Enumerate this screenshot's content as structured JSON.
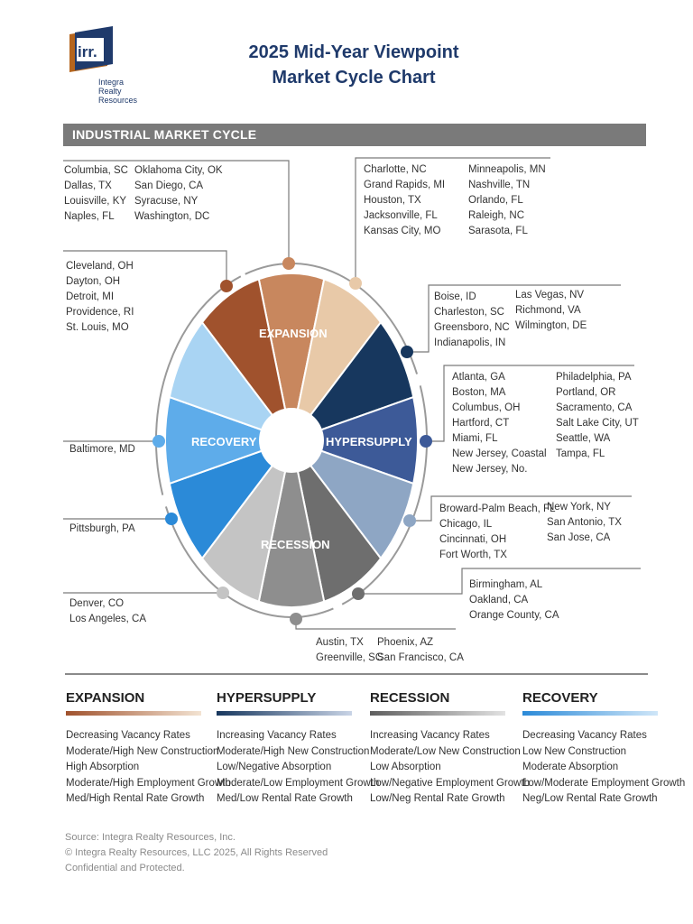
{
  "header": {
    "title_line1": "2025 Mid-Year Viewpoint",
    "title_line2": "Market Cycle Chart",
    "logo_mark": "irr.",
    "logo_line1": "Integra",
    "logo_line2": "Realty",
    "logo_line3": "Resources"
  },
  "section_title": "INDUSTRIAL MARKET CYCLE",
  "phases": {
    "expansion": "EXPANSION",
    "hypersupply": "HYPERSUPPLY",
    "recession": "RECESSION",
    "recovery": "RECOVERY"
  },
  "city_groups": [
    {
      "id": "g1",
      "col1": [
        "Columbia, SC",
        "Dallas, TX",
        "Louisville, KY",
        "Naples, FL"
      ],
      "col2": [
        "Oklahoma City, OK",
        "San Diego, CA",
        "Syracuse, NY",
        "Washington, DC"
      ]
    },
    {
      "id": "g2",
      "col1": [
        "Charlotte, NC",
        "Grand Rapids, MI",
        "Houston, TX",
        "Jacksonville, FL",
        "Kansas City, MO"
      ],
      "col2": [
        "Minneapolis, MN",
        "Nashville, TN",
        "Orlando, FL",
        "Raleigh, NC",
        "Sarasota, FL"
      ]
    },
    {
      "id": "g3",
      "col1": [
        "Cleveland, OH",
        "Dayton, OH",
        "Detroit, MI",
        "Providence, RI",
        "St. Louis, MO"
      ],
      "col2": []
    },
    {
      "id": "g4",
      "col1": [
        "Boise, ID",
        "Charleston, SC",
        "Greensboro, NC",
        "Indianapolis, IN"
      ],
      "col2": [
        "Las Vegas, NV",
        "Richmond, VA",
        "Wilmington, DE"
      ]
    },
    {
      "id": "g5",
      "col1": [
        "Atlanta, GA",
        "Boston, MA",
        "Columbus, OH",
        "Hartford, CT",
        "Miami, FL",
        "New Jersey, Coastal",
        "New Jersey, No."
      ],
      "col2": [
        "Philadelphia, PA",
        "Portland, OR",
        "Sacramento, CA",
        "Salt Lake City, UT",
        "Seattle, WA",
        "Tampa, FL"
      ]
    },
    {
      "id": "g6",
      "col1": [
        "Baltimore, MD"
      ],
      "col2": []
    },
    {
      "id": "g7",
      "col1": [
        "Broward-Palm Beach, FL",
        "Chicago, IL",
        "Cincinnati, OH",
        "Fort Worth, TX"
      ],
      "col2": [
        "New York, NY",
        "San Antonio, TX",
        "San Jose, CA"
      ]
    },
    {
      "id": "g8",
      "col1": [
        "Pittsburgh, PA"
      ],
      "col2": []
    },
    {
      "id": "g9",
      "col1": [
        "Birmingham, AL",
        "Oakland, CA",
        "Orange County, CA"
      ],
      "col2": []
    },
    {
      "id": "g10",
      "col1": [
        "Denver, CO",
        "Los Angeles, CA"
      ],
      "col2": []
    },
    {
      "id": "g11",
      "col1": [
        "Austin, TX",
        "Greenville, SC"
      ],
      "col2": [
        "Phoenix, AZ",
        "San Francisco, CA"
      ]
    }
  ],
  "legend": [
    {
      "id": "expansion",
      "title": "EXPANSION",
      "items": [
        "Decreasing Vacancy Rates",
        "Moderate/High New Construction",
        "High Absorption",
        "Moderate/High Employment Growth",
        "Med/High Rental Rate Growth"
      ]
    },
    {
      "id": "hypersupply",
      "title": "HYPERSUPPLY",
      "items": [
        "Increasing Vacancy Rates",
        "Moderate/High New Construction",
        "Low/Negative Absorption",
        "Moderate/Low Employment Growth",
        "Med/Low Rental Rate Growth"
      ]
    },
    {
      "id": "recession",
      "title": "RECESSION",
      "items": [
        "Increasing Vacancy Rates",
        "Moderate/Low New Construction",
        "Low Absorption",
        "Low/Negative Employment Growth",
        "Low/Neg Rental Rate Growth"
      ]
    },
    {
      "id": "recovery",
      "title": "RECOVERY",
      "items": [
        "Decreasing Vacancy Rates",
        "Low New Construction",
        "Moderate Absorption",
        "Low/Moderate Employment Growth",
        "Neg/Low Rental Rate Growth"
      ]
    }
  ],
  "footer": {
    "line1": "Source: Integra Realty Resources, Inc.",
    "line2": "© Integra Realty Resources, LLC 2025, All Rights Reserved",
    "line3": "Confidential and Protected."
  },
  "colors": {
    "title": "#1f3a6b",
    "expansion": [
      "#a0522d",
      "#c8875e",
      "#e8c9a8"
    ],
    "hypersupply": [
      "#17375e",
      "#3d5a98",
      "#8ea6c4"
    ],
    "recession": [
      "#6e6e6e",
      "#8e8e8e",
      "#c4c4c4"
    ],
    "recovery": [
      "#2b8ad8",
      "#5eacea",
      "#a9d4f3"
    ]
  }
}
